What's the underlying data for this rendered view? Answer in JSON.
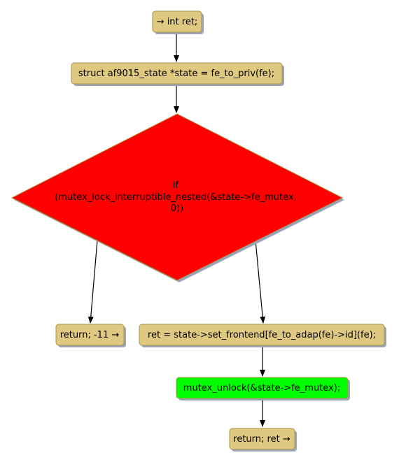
{
  "flowchart": {
    "nodes": {
      "start": {
        "text": "→ int ret;"
      },
      "state_decl": {
        "text": "struct af9015_state *state = fe_to_priv(fe);"
      },
      "decision": {
        "lines": [
          "if",
          "(mutex_lock_interruptible_nested(&state->fe_mutex,",
          "0))"
        ]
      },
      "return_error": {
        "text": "return; -11 →"
      },
      "set_frontend": {
        "text": "ret = state->set_frontend[fe_to_adap(fe)->id](fe);"
      },
      "unlock": {
        "text": "mutex_unlock(&state->fe_mutex);"
      },
      "return_ret": {
        "text": "return; ret →"
      }
    },
    "colors": {
      "action_fill": "#dfc880",
      "action_stroke": "#a89550",
      "decision_fill": "#ff0000",
      "decision_stroke": "#b47f2e",
      "highlight_fill": "#00ff00",
      "shadow": "#9aa6b8",
      "edge": "#000000"
    }
  }
}
